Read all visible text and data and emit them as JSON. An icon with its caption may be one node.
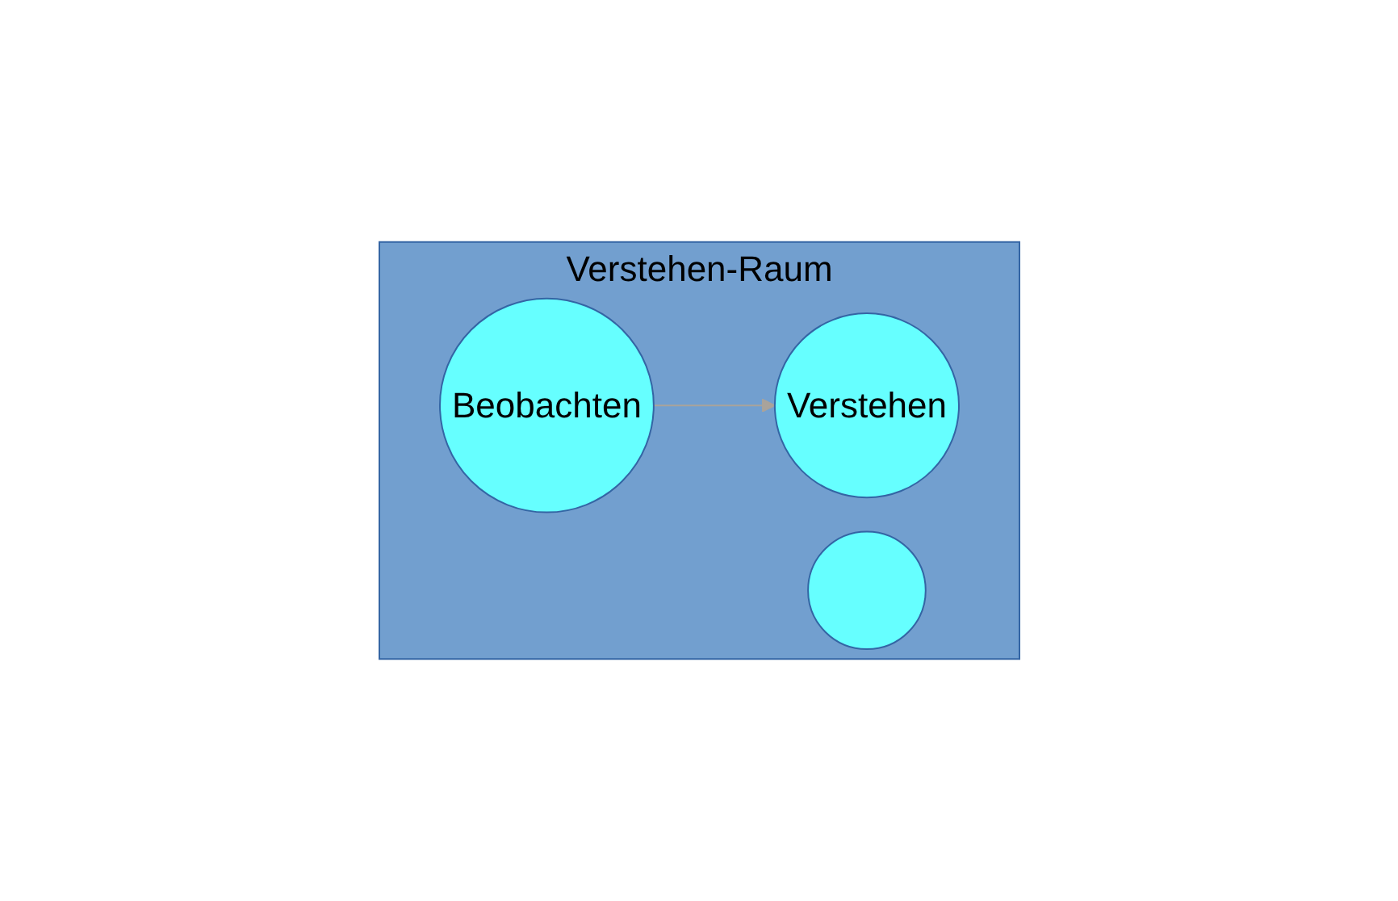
{
  "diagram": {
    "nodes": [
      {
        "text": [
          "Verstehen-Raum"
        ]
      },
      {
        "text": [
          "Verstehen"
        ],
        "in": 0
      },
      {
        "text": [
          "Beobachten"
        ],
        "in": 0
      },
      {
        "text": [],
        "shape": "circle",
        "in": 0
      }
    ],
    "edges": [
      {
        "from": 2,
        "to": 1,
        "arrow": "to"
      }
    ]
  }
}
